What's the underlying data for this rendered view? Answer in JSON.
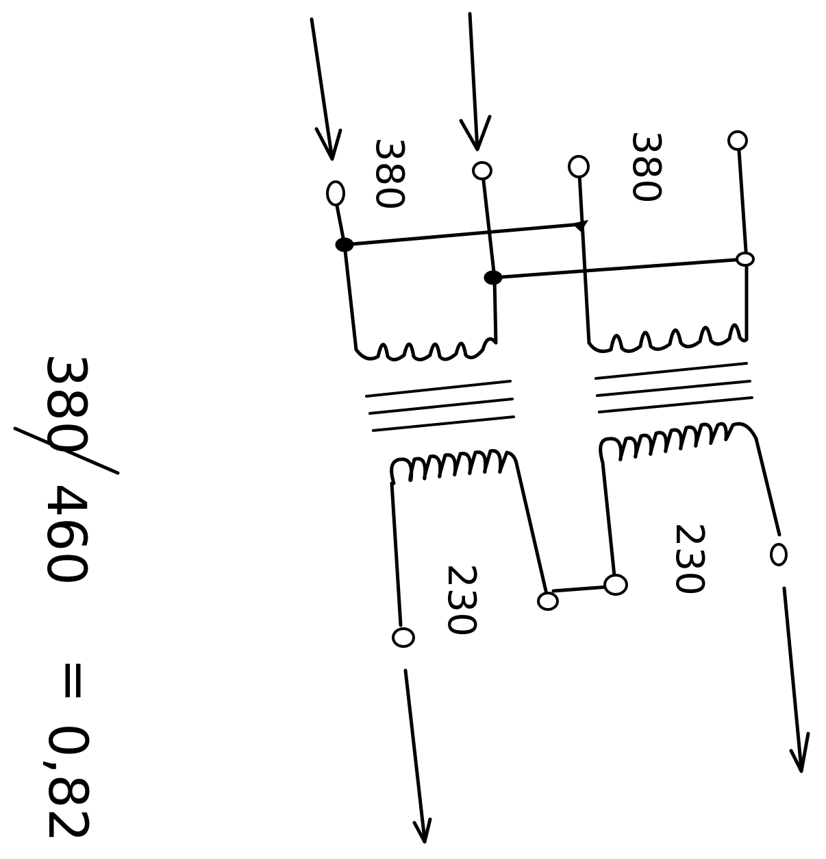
{
  "labels": {
    "primary_left": "380",
    "primary_right": "380",
    "secondary_left": "230",
    "secondary_right": "230"
  },
  "formula": {
    "numerator": "380",
    "denominator": "460",
    "equals": "=",
    "result": "0,82"
  },
  "colors": {
    "ink": "#000000",
    "paper": "#ffffff"
  }
}
